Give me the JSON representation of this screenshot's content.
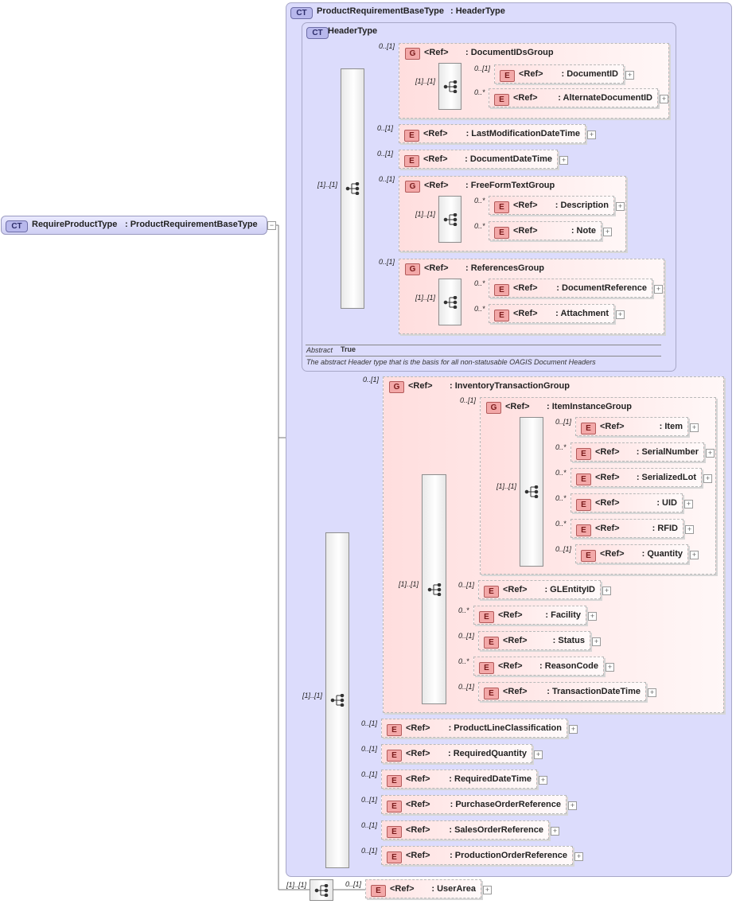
{
  "root": {
    "badge": "CT",
    "name": "RequireProductType",
    "type": ": ProductRequirementBaseType"
  },
  "outer_ct": {
    "badge": "CT",
    "name": "ProductRequirementBaseType",
    "type": ": HeaderType"
  },
  "header_ct": {
    "badge": "CT",
    "name": "HeaderType",
    "abstract_label": "Abstract",
    "abstract_value": "True",
    "doc": "The abstract Header type that is the basis for all non-statusable OAGIS Document Headers"
  },
  "ref_label": "<Ref>",
  "group_badge": "G",
  "element_badge": "E",
  "nodes": {
    "g_docids": {
      "card": "0..[1]",
      "name": ": DocumentIDsGroup"
    },
    "docid": {
      "card": "0..[1]",
      "name": ": DocumentID"
    },
    "altdocid": {
      "card": "0..*",
      "name": ": AlternateDocumentID"
    },
    "lastmod": {
      "card": "0..[1]",
      "name": ": LastModificationDateTime"
    },
    "docdate": {
      "card": "0..[1]",
      "name": ": DocumentDateTime"
    },
    "g_freeform": {
      "card": "0..[1]",
      "name": ": FreeFormTextGroup"
    },
    "desc": {
      "card": "0..*",
      "name": ": Description"
    },
    "note": {
      "card": "0..*",
      "name": ": Note"
    },
    "g_refs": {
      "card": "0..[1]",
      "name": ": ReferencesGroup"
    },
    "docref": {
      "card": "0..*",
      "name": ": DocumentReference"
    },
    "attach": {
      "card": "0..*",
      "name": ": Attachment"
    },
    "g_invtx": {
      "card": "0..[1]",
      "name": ": InventoryTransactionGroup"
    },
    "g_item": {
      "card": "0..[1]",
      "name": ": ItemInstanceGroup"
    },
    "item": {
      "card": "0..[1]",
      "name": ": Item"
    },
    "serial": {
      "card": "0..*",
      "name": ": SerialNumber"
    },
    "lot": {
      "card": "0..*",
      "name": ": SerializedLot"
    },
    "uid": {
      "card": "0..*",
      "name": ": UID"
    },
    "rfid": {
      "card": "0..*",
      "name": ": RFID"
    },
    "qty": {
      "card": "0..[1]",
      "name": ": Quantity"
    },
    "glentity": {
      "card": "0..[1]",
      "name": ": GLEntityID"
    },
    "facility": {
      "card": "0..*",
      "name": ": Facility"
    },
    "status": {
      "card": "0..[1]",
      "name": ": Status"
    },
    "reason": {
      "card": "0..*",
      "name": ": ReasonCode"
    },
    "txdate": {
      "card": "0..[1]",
      "name": ": TransactionDateTime"
    },
    "plc": {
      "card": "0..[1]",
      "name": ": ProductLineClassification"
    },
    "reqqty": {
      "card": "0..[1]",
      "name": ": RequiredQuantity"
    },
    "reqdate": {
      "card": "0..[1]",
      "name": ": RequiredDateTime"
    },
    "poref": {
      "card": "0..[1]",
      "name": ": PurchaseOrderReference"
    },
    "soref": {
      "card": "0..[1]",
      "name": ": SalesOrderReference"
    },
    "prodref": {
      "card": "0..[1]",
      "name": ": ProductionOrderReference"
    },
    "userarea": {
      "card": "0..[1]",
      "name": ": UserArea"
    }
  },
  "sequences": {
    "docids": "[1]..[1]",
    "header": "[1]..[1]",
    "freeform": "[1]..[1]",
    "refs": "[1]..[1]",
    "item": "[1]..[1]",
    "invtx": "[1]..[1]",
    "ext": "[1]..[1]",
    "root": "[1]..[1]"
  }
}
